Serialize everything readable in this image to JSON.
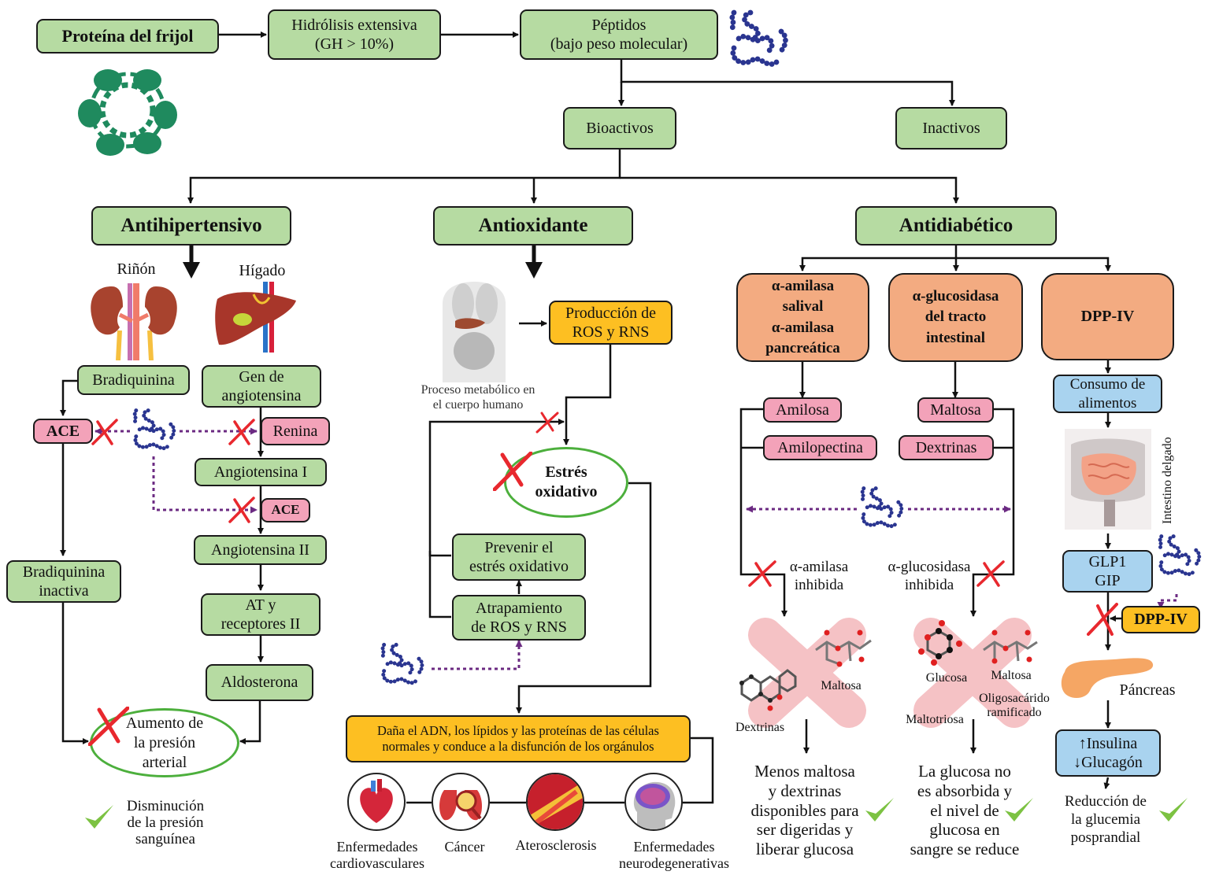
{
  "top_flow": {
    "bean_protein": "Proteína del frijol",
    "hydrolysis_line1": "Hidrólisis extensiva",
    "hydrolysis_line2": "(GH > 10%)",
    "peptides_line1": "Péptidos",
    "peptides_line2": "(bajo peso molecular)",
    "bioactive": "Bioactivos",
    "inactive": "Inactivos"
  },
  "categories": {
    "antihypertensive": "Antihipertensivo",
    "antioxidant": "Antioxidante",
    "antidiabetic": "Antidiabético"
  },
  "antihypertensive": {
    "kidney_label": "Riñón",
    "liver_label": "Hígado",
    "bradykinin": "Bradiquinina",
    "angiotensinogen_line1": "Gen de",
    "angiotensinogen_line2": "angiotensina",
    "ace_left": "ACE",
    "renin": "Renina",
    "angiotensin_1": "Angiotensina I",
    "ace_right": "ACE",
    "angiotensin_2": "Angiotensina II",
    "at_receptors_line1": "AT y",
    "at_receptors_line2": "receptores II",
    "aldosterone": "Aldosterona",
    "inactive_bradykinin_line1": "Bradiquinina",
    "inactive_bradykinin_line2": "inactiva",
    "bp_increase_line1": "Aumento de",
    "bp_increase_line2": "la presión",
    "bp_increase_line3": "arterial",
    "result_line1": "Disminución",
    "result_line2": "de la presión",
    "result_line3": "sanguínea"
  },
  "antioxidant": {
    "body_caption_line1": "Proceso metabólico en",
    "body_caption_line2": "el cuerpo humano",
    "ros_production_line1": "Producción de",
    "ros_production_line2": "ROS y RNS",
    "oxidative_stress_line1": "Estrés",
    "oxidative_stress_line2": "oxidativo",
    "prevent_line1": "Prevenir el",
    "prevent_line2": "estrés oxidativo",
    "scavenging_line1": "Atrapamiento",
    "scavenging_line2": "de ROS y RNS",
    "damage_line1": "Daña el ADN, los lípidos y las proteínas de las células",
    "damage_line2": "normales y conduce a la disfunción de los orgánulos",
    "diseases": [
      {
        "line1": "Enfermedades",
        "line2": "cardiovasculares",
        "icon": "heart-icon"
      },
      {
        "line1": "Cáncer",
        "line2": "",
        "icon": "lung-cancer-icon"
      },
      {
        "line1": "Aterosclerosis",
        "line2": "",
        "icon": "artery-plaque-icon"
      },
      {
        "line1": "Enfermedades",
        "line2": "neurodegenerativas",
        "icon": "brain-icon"
      }
    ]
  },
  "antidiabetic": {
    "amylase_line1": "α-amilasa",
    "amylase_line2": "salival",
    "amylase_line3": "α-amilasa",
    "amylase_line4": "pancreática",
    "glucosidase_line1": "α-glucosidasa",
    "glucosidase_line2": "del tracto",
    "glucosidase_line3": "intestinal",
    "dppiv": "DPP-IV",
    "amylose": "Amilosa",
    "amylopectin": "Amilopectina",
    "maltose": "Maltosa",
    "dextrins": "Dextrinas",
    "amylase_inhibited_line1": "α-amilasa",
    "amylase_inhibited_line2": "inhibida",
    "glucosidase_inhibited_line1": "α-glucosidasa",
    "glucosidase_inhibited_line2": "inhibida",
    "mol_dextrins": "Dextrinas",
    "mol_maltose_left": "Maltosa",
    "mol_glucose": "Glucosa",
    "mol_maltose_right": "Maltosa",
    "mol_oligo_line1": "Oligosacárido",
    "mol_oligo_line2": "ramificado",
    "mol_maltotriose": "Maltotriosa",
    "result_amylase": [
      "Menos maltosa",
      "y dextrinas",
      "disponibles para",
      "ser digeridas y",
      "liberar glucosa"
    ],
    "result_glucosidase": [
      "La glucosa no",
      "es absorbida y",
      "el nivel de",
      "glucosa en",
      "sangre se reduce"
    ],
    "food_intake_line1": "Consumo de",
    "food_intake_line2": "alimentos",
    "intestine_label": "Intestino delgado",
    "incretins_line1": "GLP1",
    "incretins_line2": "GIP",
    "dppiv_enzyme": "DPP-IV",
    "pancreas_label": "Páncreas",
    "hormones_line1": "↑Insulina",
    "hormones_line2": "↓Glucagón",
    "result_dppiv": [
      "Reducción de",
      "la glucemia",
      "posprandial"
    ]
  },
  "colors": {
    "green_box": "#b6dba2",
    "pink_box": "#f3a2b9",
    "orange_box": "#f3ab81",
    "yellow_box": "#fdbf22",
    "blue_box": "#a9d3ef",
    "inhibit_cross": "#e8282e",
    "check": "#7cc242",
    "peptide": "#2a3590",
    "dotted_arrow": "#6b2a82",
    "ellipse_border": "#4caf3c"
  }
}
